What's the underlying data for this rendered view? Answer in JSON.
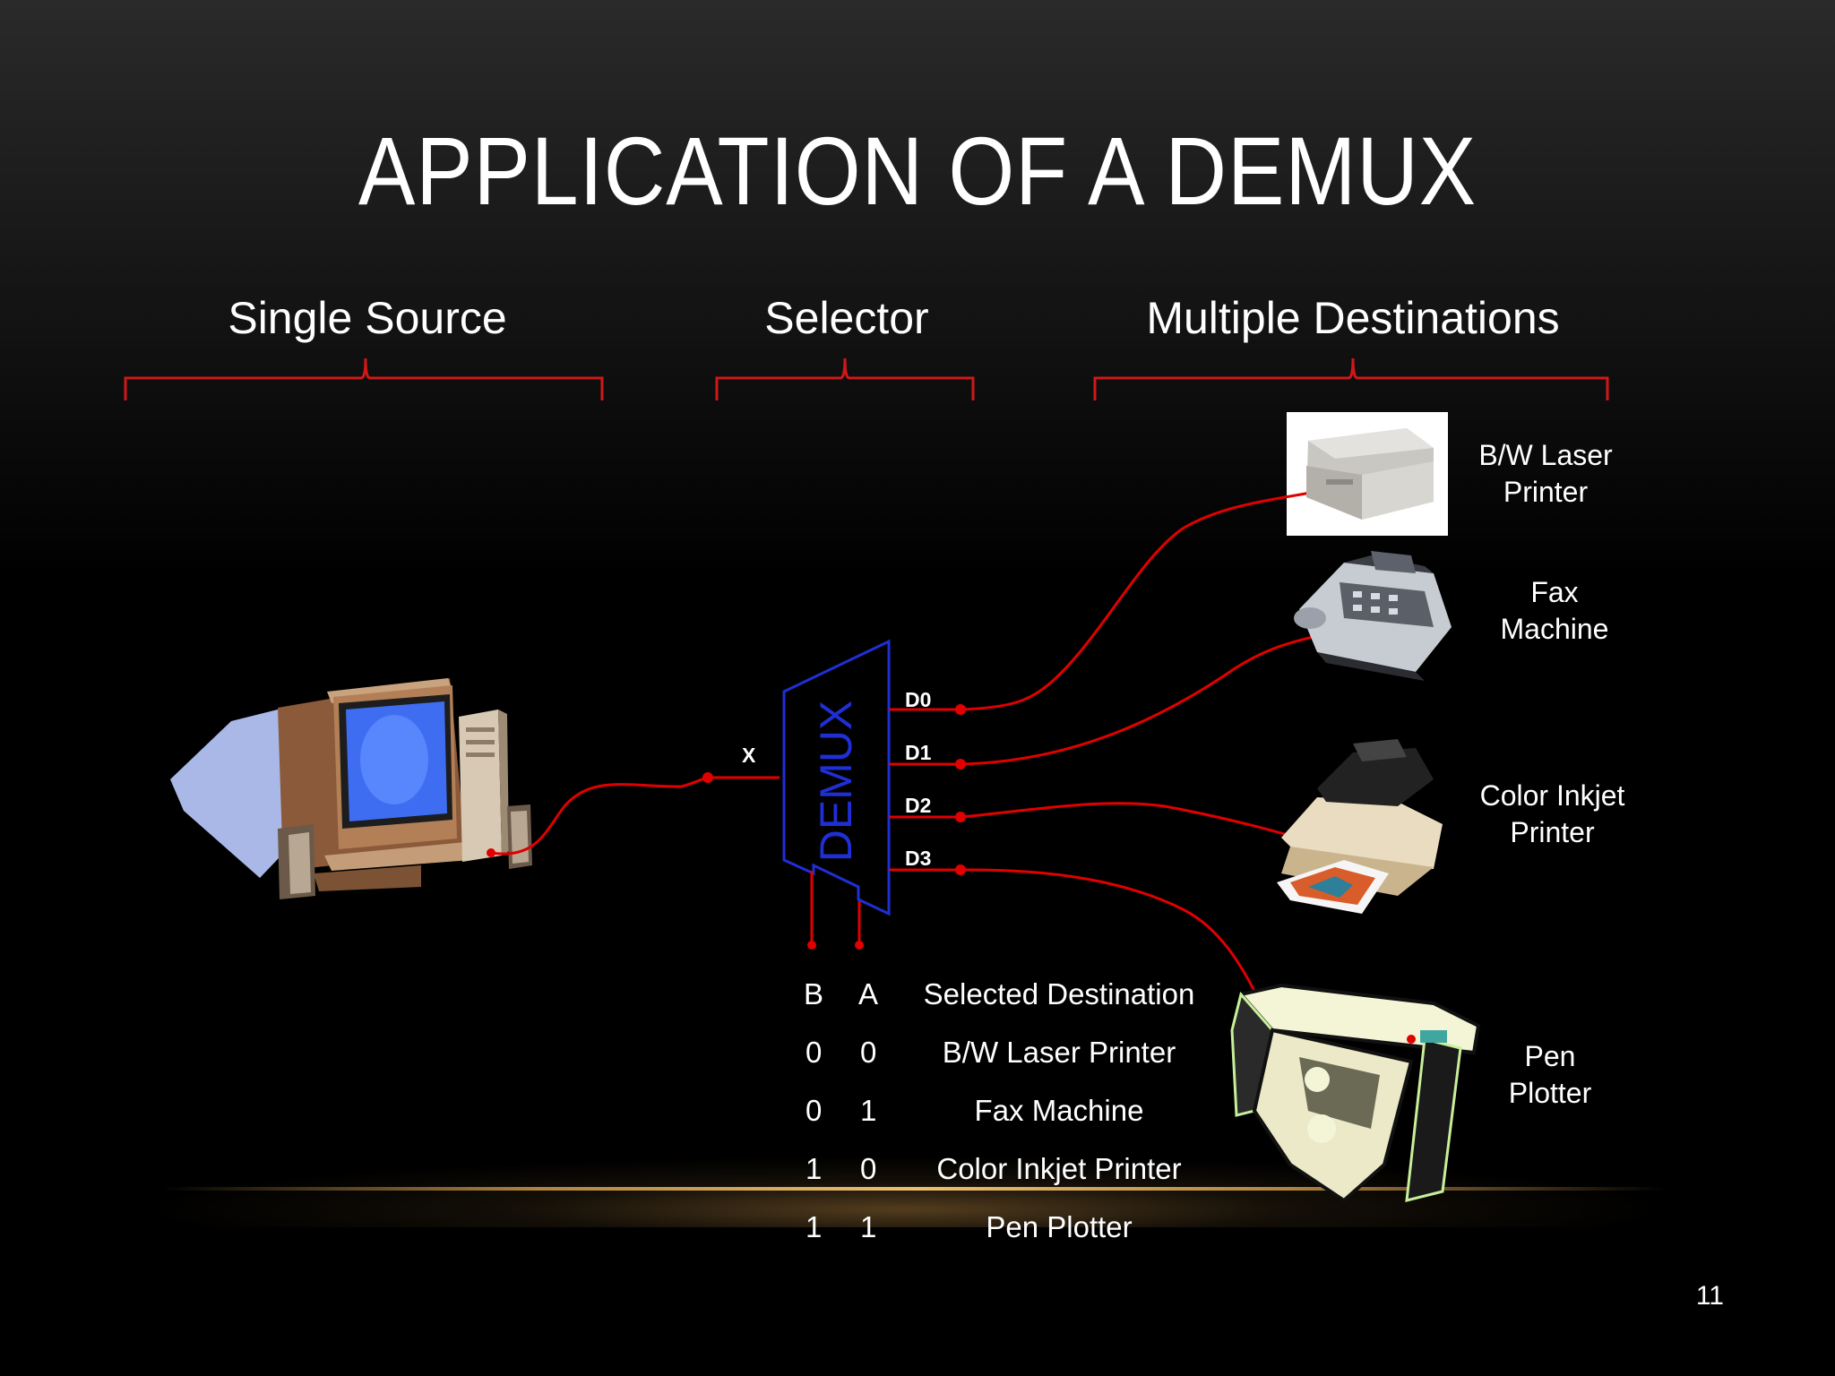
{
  "title": "APPLICATION OF A DEMUX",
  "sections": {
    "source": "Single Source",
    "selector": "Selector",
    "destinations": "Multiple Destinations"
  },
  "demux": {
    "label": "DEMUX",
    "input": "X",
    "outputs": [
      "D0",
      "D1",
      "D2",
      "D3"
    ]
  },
  "destinations": [
    {
      "line1": "B/W Laser",
      "line2": "Printer"
    },
    {
      "line1": "Fax",
      "line2": "Machine"
    },
    {
      "line1": "Color Inkjet",
      "line2": "Printer"
    },
    {
      "line1": "Pen",
      "line2": "Plotter"
    }
  ],
  "truth_table": {
    "headers": {
      "b": "B",
      "a": "A",
      "dest": "Selected Destination"
    },
    "rows": [
      {
        "b": "0",
        "a": "0",
        "dest": "B/W Laser Printer"
      },
      {
        "b": "0",
        "a": "1",
        "dest": "Fax Machine"
      },
      {
        "b": "1",
        "a": "0",
        "dest": "Color Inkjet Printer"
      },
      {
        "b": "1",
        "a": "1",
        "dest": "Pen Plotter"
      }
    ]
  },
  "page_number": "11",
  "colors": {
    "wire": "#e00000",
    "demux": "#1f2fd6",
    "bracket": "#d01818"
  }
}
